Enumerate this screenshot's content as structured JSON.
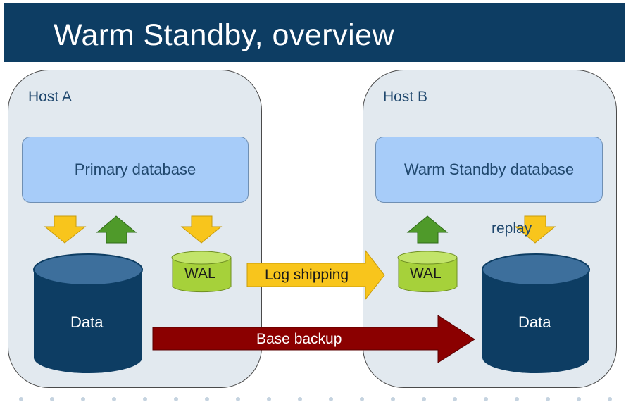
{
  "title": "Warm Standby, overview",
  "hosts": {
    "a": {
      "label": "Host A"
    },
    "b": {
      "label": "Host B"
    }
  },
  "databases": {
    "primary": "Primary database",
    "standby": "Warm Standby database"
  },
  "wal": {
    "a": "WAL",
    "b": "WAL"
  },
  "data": {
    "a": "Data",
    "b": "Data"
  },
  "flows": {
    "log_shipping": "Log shipping",
    "base_backup": "Base backup",
    "replay": "replay"
  },
  "colors": {
    "title_bar": "#0d3d63",
    "host_bg": "#e2e9ef",
    "db_box": "#a7ccf9",
    "cylinder_dark": "#0d3d63",
    "cylinder_top": "#3d6f9c",
    "wal_green": "#a6d13a",
    "arrow_yellow": "#f8c51c",
    "arrow_green": "#4f9a2a",
    "backup_red": "#8b0000"
  }
}
